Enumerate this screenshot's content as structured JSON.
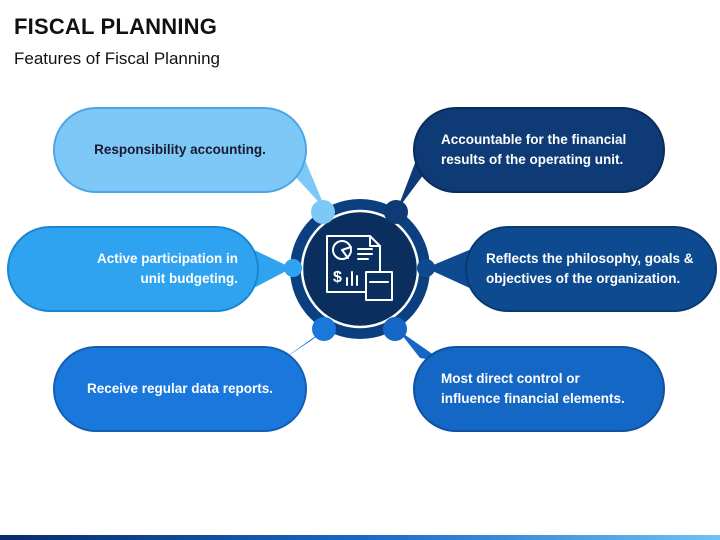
{
  "header": {
    "title": "FISCAL PLANNING",
    "subtitle": "Features of Fiscal Planning"
  },
  "features": [
    {
      "id": "responsibility",
      "lines": [
        "Responsibility accounting."
      ],
      "fill": "#7ec8f7",
      "border": "#4aa6e6",
      "text_color": "#1a1a2e"
    },
    {
      "id": "participation",
      "lines": [
        "Active participation in",
        "unit budgeting."
      ],
      "fill": "#2fa3ef",
      "border": "#1b86d1",
      "text_color": "#ffffff"
    },
    {
      "id": "reports",
      "lines": [
        "Receive regular data reports."
      ],
      "fill": "#1a77dc",
      "border": "#145fb3",
      "text_color": "#ffffff"
    },
    {
      "id": "accountable",
      "lines": [
        "Accountable for the financial",
        "results of the operating unit."
      ],
      "fill": "#0e3a75",
      "border": "#0a2c5b",
      "text_color": "#ffffff"
    },
    {
      "id": "philosophy",
      "lines": [
        "Reflects the philosophy, goals &",
        "objectives of the organization."
      ],
      "fill": "#0d4a90",
      "border": "#093a72",
      "text_color": "#ffffff"
    },
    {
      "id": "control",
      "lines": [
        "Most direct control or",
        "influence financial elements."
      ],
      "fill": "#1467c4",
      "border": "#0f52a0",
      "text_color": "#ffffff"
    }
  ],
  "center_icon": "financial-report-icon",
  "colors": {
    "center_outer": "#0c3f80",
    "center_inner": "#0a2f5e",
    "icon_stroke": "#ffffff"
  }
}
